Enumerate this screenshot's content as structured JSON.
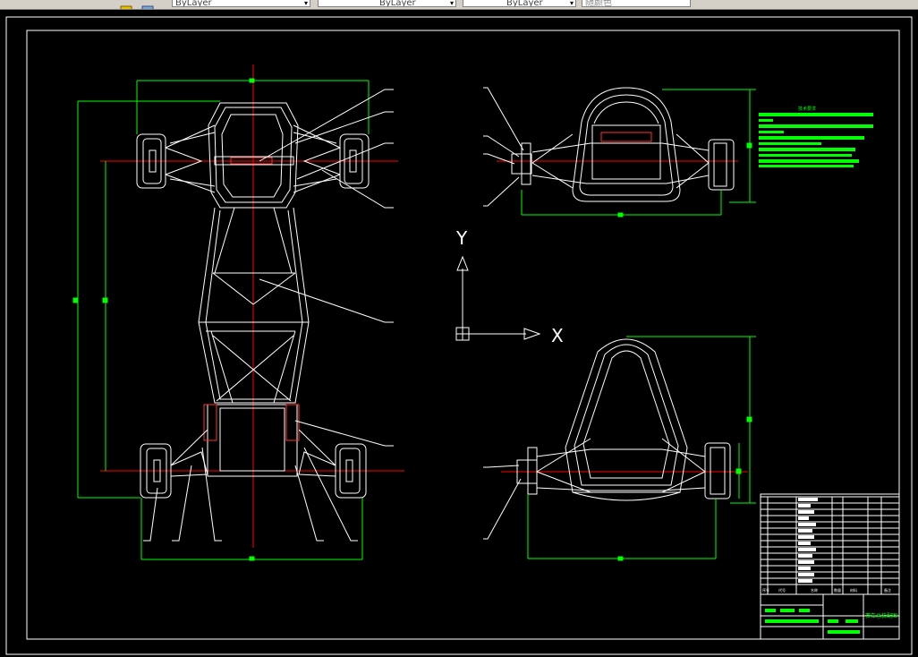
{
  "toolbar": {
    "arrow_glyph": "▾",
    "layer_color": "ByLayer",
    "layer_linetype": "ByLayer",
    "layer_lineweight": "ByLayer",
    "plot_style": "随颜色"
  },
  "drawing": {
    "ucs_x": "X",
    "ucs_y": "Y",
    "tech_notes_title": "技术要求",
    "drawing_name": "赛车总装配图",
    "title_block_headers": [
      "序号",
      "代号",
      "名称",
      "数量",
      "材料",
      "备注"
    ]
  },
  "colors": {
    "background": "#000000",
    "outline": "#ffffff",
    "centerline": "#ff0000",
    "dimension": "#00ff00"
  }
}
